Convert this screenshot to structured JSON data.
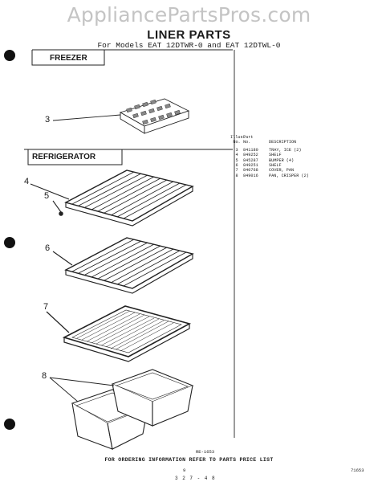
{
  "watermark": "AppliancePartsPros.com",
  "title": "LINER PARTS",
  "subtitle": "For Models EAT 12DTWR-0 and EAT 12DTWL-0",
  "sections": {
    "freezer": "FREEZER",
    "refrigerator": "REFRIGERATOR"
  },
  "callouts": [
    "3",
    "4",
    "5",
    "6",
    "7",
    "8"
  ],
  "parts_table": {
    "header_top": {
      "illus": "Illus.",
      "part": "Part"
    },
    "header": {
      "illus": "No.",
      "part": "No.",
      "description": "DESCRIPTION"
    },
    "rows": [
      {
        "illus": "3",
        "part": "841180",
        "description": "TRAY, ICE (2)"
      },
      {
        "illus": "4",
        "part": "849252",
        "description": "SHELF"
      },
      {
        "illus": "5",
        "part": "845287",
        "description": "BUMPER (4)"
      },
      {
        "illus": "6",
        "part": "849251",
        "description": "SHELF"
      },
      {
        "illus": "7",
        "part": "840768",
        "description": "COVER, PAN"
      },
      {
        "illus": "8",
        "part": "849016",
        "description": "PAN, CRISPER (2)"
      }
    ]
  },
  "drawing_code": "RE-1653",
  "footer": "FOR ORDERING INFORMATION REFER TO PARTS PRICE LIST",
  "page_number": "9",
  "doc_code": "71653",
  "bottom_marks": "3 2 7 - 4 8"
}
